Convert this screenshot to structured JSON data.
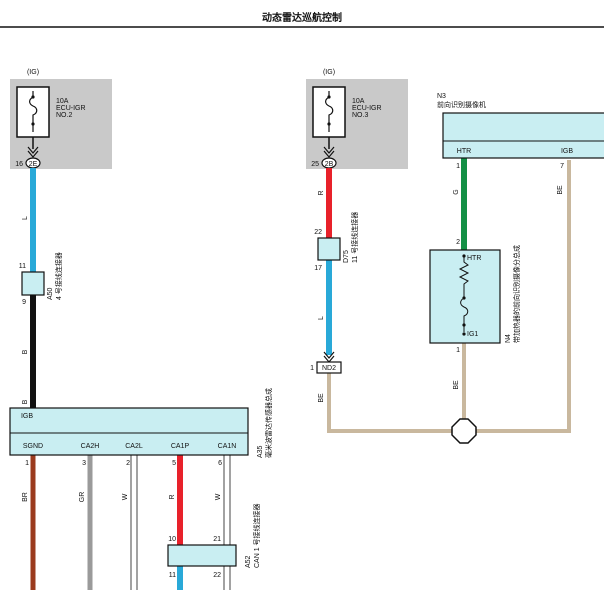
{
  "page": {
    "title": "动态雷达巡航控制"
  },
  "colors": {
    "blue": "#29a9d8",
    "black": "#111111",
    "red": "#e8212a",
    "green": "#149045",
    "beige": "#c9b89e",
    "brown": "#9b3b1e",
    "gray": "#9a9a9a",
    "panel": "#c9c9c9",
    "component": "#c9eef2"
  },
  "fuse_left": {
    "supply": "(IG)",
    "rating": "10A",
    "name_1": "ECU-IGR",
    "name_2": "NO.2",
    "pin": "16",
    "terminal": "2E"
  },
  "fuse_right": {
    "supply": "(IG)",
    "rating": "10A",
    "name_1": "ECU-IGR",
    "name_2": "NO.3",
    "pin": "25",
    "terminal": "2B"
  },
  "camera": {
    "code": "N3",
    "name": "前向识别摄像机",
    "pin_htr": "HTR",
    "pin_igb": "IGB",
    "num_htr": "1",
    "num_igb": "7"
  },
  "heater": {
    "code": "N4",
    "name": "带加热器的前向识别摄像分总成",
    "pin_top": "HTR",
    "pin_bottom": "IG1",
    "num_top": "2",
    "num_bottom": "1"
  },
  "radar": {
    "code": "A35",
    "name": "毫米波雷达传感器总成",
    "pin_top": "IGB",
    "pins": [
      {
        "label": "SGND",
        "num": "1"
      },
      {
        "label": "CA2H",
        "num": "3"
      },
      {
        "label": "CA2L",
        "num": "2"
      },
      {
        "label": "CA1P",
        "num": "5"
      },
      {
        "label": "CA1N",
        "num": "6"
      }
    ]
  },
  "connector_a50": {
    "code": "A50",
    "name": "4 号接线连接器",
    "pin_in": "11",
    "pin_out": "9"
  },
  "connector_d75": {
    "code": "D75",
    "name": "11 号接线连接器",
    "pin_in": "22",
    "pin_out": "17"
  },
  "connector_a52": {
    "code": "A52",
    "name": "CAN 1 号接线连接器",
    "pins_top": [
      "10",
      "21"
    ],
    "pins_bottom": [
      "11",
      "22"
    ]
  },
  "ground_nd2": {
    "pin": "1",
    "terminal": "ND2"
  },
  "wires": {
    "left_upper": "L",
    "left_lower": "B",
    "left_igb": "B",
    "mid_upper": "R",
    "mid_lower": "L",
    "mid_ground": "BE",
    "cam_htr": "G",
    "cam_igb": "BE",
    "heater_ig1": "BE",
    "sgnd": "BR",
    "ca2h": "GR",
    "ca2l": "W",
    "ca1p": "R",
    "ca1n": "W"
  }
}
